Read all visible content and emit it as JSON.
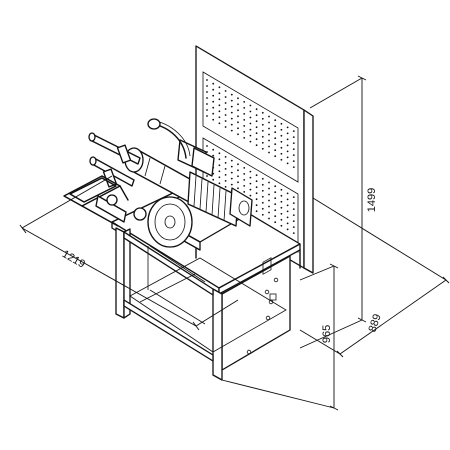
{
  "diagram": {
    "dimensions": {
      "width": "1219",
      "depth": "889",
      "height_total": "1499",
      "height_table": "965"
    }
  }
}
